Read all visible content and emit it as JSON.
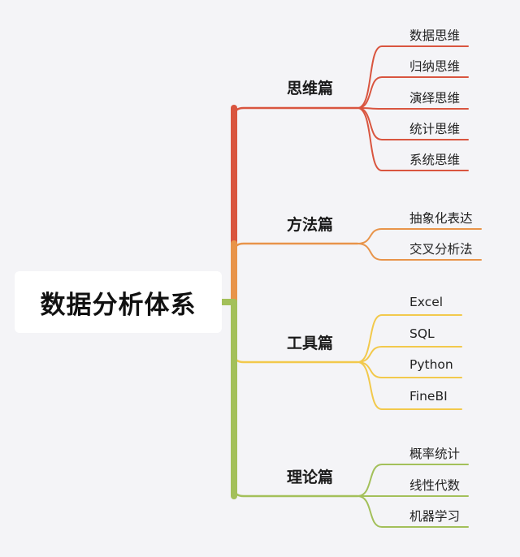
{
  "root": {
    "label": "数据分析体系"
  },
  "branches": [
    {
      "label": "思维篇",
      "color": "#d9553f",
      "leaves": [
        "数据思维",
        "归纳思维",
        "演绎思维",
        "统计思维",
        "系统思维"
      ]
    },
    {
      "label": "方法篇",
      "color": "#e8944a",
      "leaves": [
        "抽象化表达",
        "交叉分析法"
      ]
    },
    {
      "label": "工具篇",
      "color": "#f2c94c",
      "leaves": [
        "Excel",
        "SQL",
        "Python",
        "FineBI"
      ]
    },
    {
      "label": "理论篇",
      "color": "#a3c05a",
      "leaves": [
        "概率统计",
        "线性代数",
        "机器学习"
      ]
    }
  ]
}
